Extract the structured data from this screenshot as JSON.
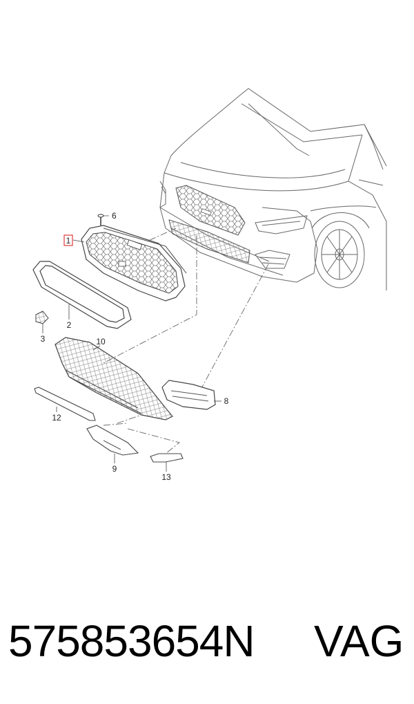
{
  "callouts": {
    "c1": "1",
    "c2": "2",
    "c3": "3",
    "c6": "6",
    "c8": "8",
    "c9": "9",
    "c10": "10",
    "c12": "12",
    "c13": "13"
  },
  "footer": {
    "part_number": "575853654N",
    "brand": "VAG"
  },
  "colors": {
    "line": "#555555",
    "highlight": "#e03a3a"
  }
}
